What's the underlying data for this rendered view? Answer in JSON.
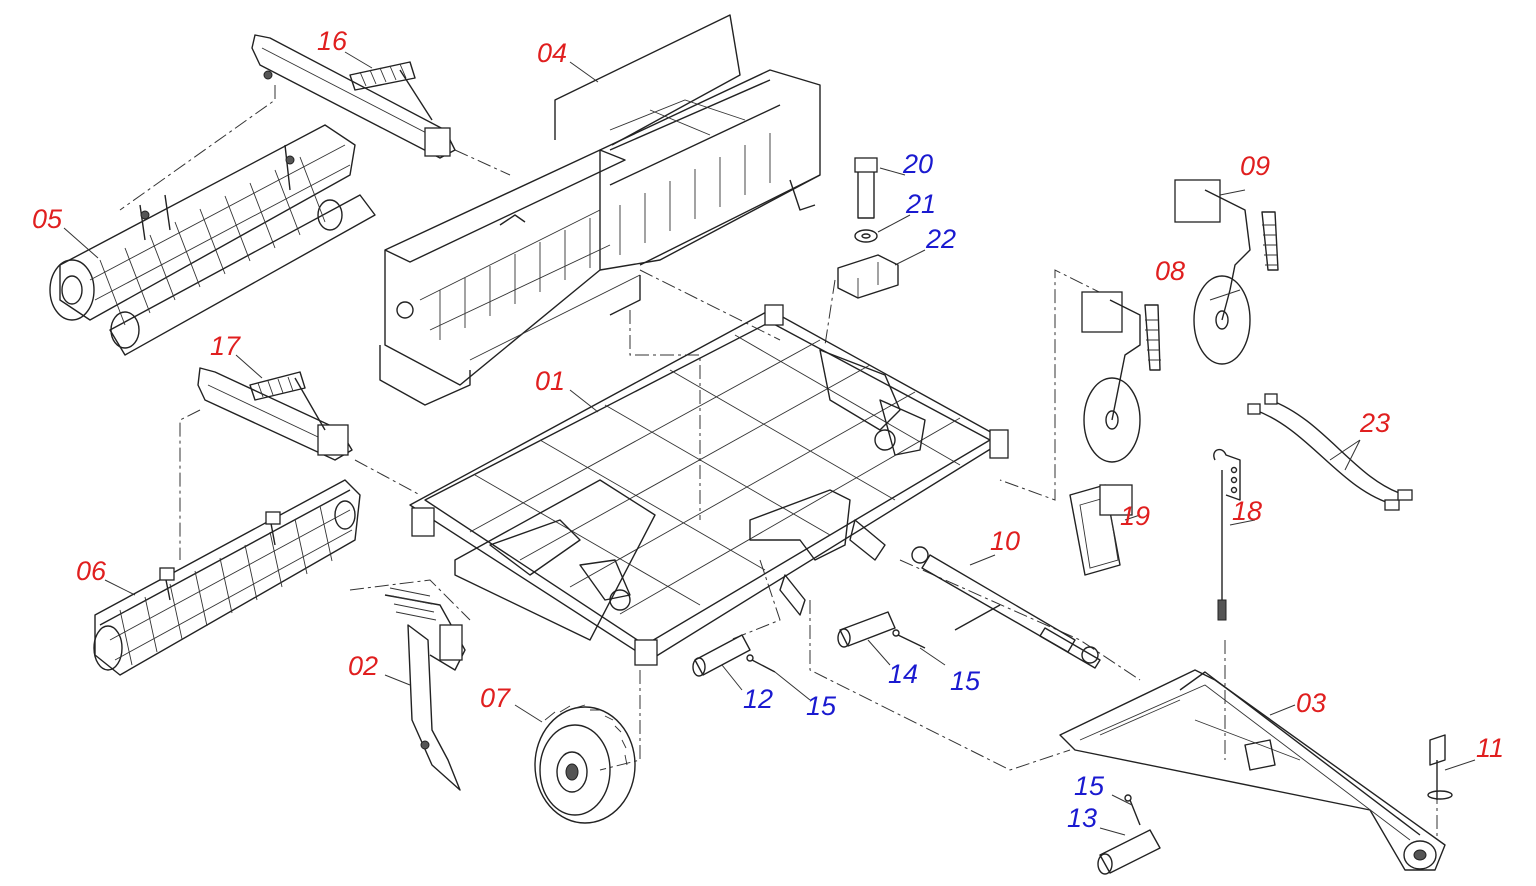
{
  "labels": {
    "l01": "01",
    "l02": "02",
    "l03": "03",
    "l04": "04",
    "l05": "05",
    "l06": "06",
    "l07": "07",
    "l08": "08",
    "l09": "09",
    "l10": "10",
    "l11": "11",
    "l12": "12",
    "l13": "13",
    "l14": "14",
    "l15a": "15",
    "l15b": "15",
    "l15c": "15",
    "l16": "16",
    "l17": "17",
    "l18": "18",
    "l19": "19",
    "l20": "20",
    "l21": "21",
    "l22": "22",
    "l23": "23"
  },
  "colors": {
    "red_label": "#e01f1f",
    "blue_label": "#1a1ad0",
    "line": "#222222"
  }
}
